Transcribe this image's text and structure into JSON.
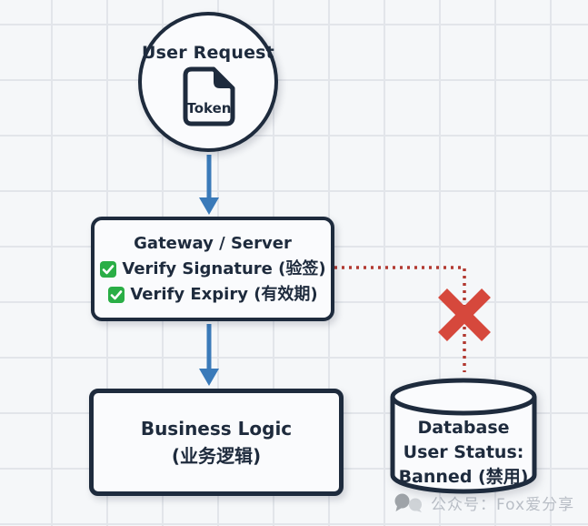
{
  "nodes": {
    "user_request": {
      "label": "User Request",
      "token_label": "Token"
    },
    "gateway": {
      "title": "Gateway / Server",
      "checks": [
        {
          "label": "Verify Signature (验签)"
        },
        {
          "label": "Verify Expiry (有效期)"
        }
      ]
    },
    "business_logic": {
      "title": "Business Logic",
      "subtitle": "(业务逻辑)"
    },
    "database": {
      "line1": "Database",
      "line2": "User Status:",
      "line3": "Banned (禁用)"
    }
  },
  "icons": {
    "token_document": "document-icon",
    "check": "green-check-icon",
    "reject": "red-x-icon",
    "watermark_bubbles": "chat-bubbles-icon"
  },
  "watermark": {
    "text": "公众号：Fox爱分享"
  },
  "colors": {
    "node_border": "#1e2b3d",
    "node_fill": "#fafbfd",
    "grid_line": "#e2e5ea",
    "background": "#f5f7f9",
    "arrow_blue": "#3a7ab9",
    "reject_dotted_red": "#b23931",
    "x_red": "#d6483c",
    "check_green": "#2aae46",
    "watermark_gray": "#b6bcc4"
  }
}
